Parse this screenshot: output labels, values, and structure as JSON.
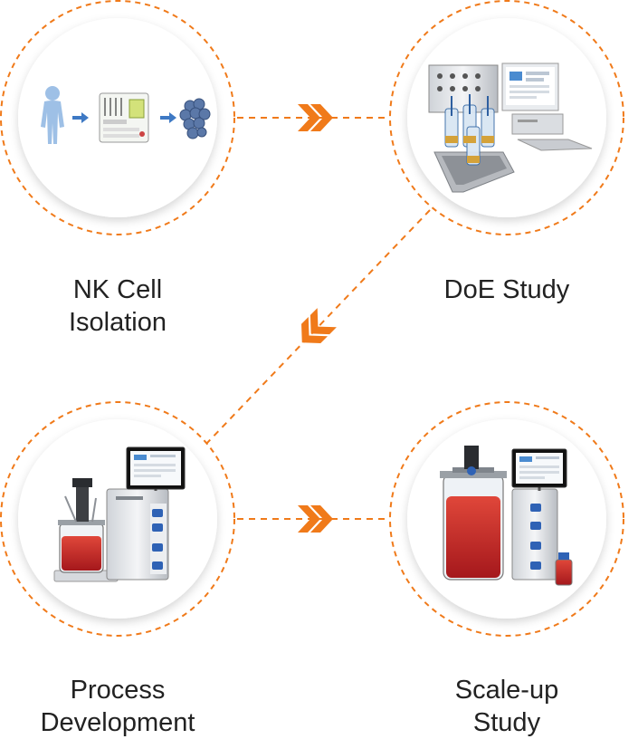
{
  "colors": {
    "accent": "#f07a1a",
    "text": "#222222"
  },
  "steps": [
    {
      "id": "nk-cell-isolation",
      "lines": [
        "NK Cell",
        "Isolation"
      ]
    },
    {
      "id": "doe-study",
      "lines": [
        "DoE Study"
      ]
    },
    {
      "id": "process-development",
      "lines": [
        "Process",
        "Development"
      ]
    },
    {
      "id": "scale-up-study",
      "lines": [
        "Scale-up",
        "Study"
      ]
    }
  ],
  "connectors": [
    {
      "from": "nk-cell-isolation",
      "to": "doe-study",
      "glyph": "»"
    },
    {
      "from": "doe-study",
      "to": "process-development",
      "glyph": "«"
    },
    {
      "from": "process-development",
      "to": "scale-up-study",
      "glyph": "»"
    }
  ]
}
